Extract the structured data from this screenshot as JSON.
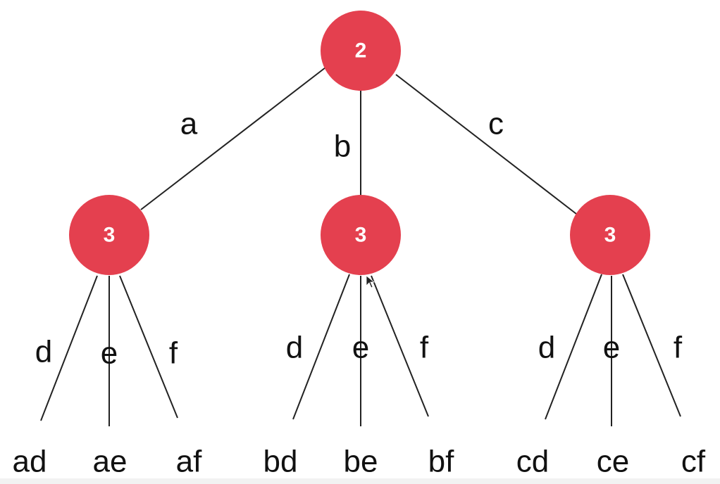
{
  "tree": {
    "root": {
      "label": "2"
    },
    "root_edges": [
      {
        "label": "a"
      },
      {
        "label": "b"
      },
      {
        "label": "c"
      }
    ],
    "children": [
      {
        "label": "3",
        "edges": [
          {
            "label": "d"
          },
          {
            "label": "e"
          },
          {
            "label": "f"
          }
        ],
        "leaves": [
          {
            "label": "ad"
          },
          {
            "label": "ae"
          },
          {
            "label": "af"
          }
        ]
      },
      {
        "label": "3",
        "edges": [
          {
            "label": "d"
          },
          {
            "label": "e"
          },
          {
            "label": "f"
          }
        ],
        "leaves": [
          {
            "label": "bd"
          },
          {
            "label": "be"
          },
          {
            "label": "bf"
          }
        ]
      },
      {
        "label": "3",
        "edges": [
          {
            "label": "d"
          },
          {
            "label": "e"
          },
          {
            "label": "f"
          }
        ],
        "leaves": [
          {
            "label": "cd"
          },
          {
            "label": "ce"
          },
          {
            "label": "cf"
          }
        ]
      }
    ]
  },
  "colors": {
    "node": "#e4404f",
    "node_text": "#ffffff",
    "line": "#222222",
    "text": "#111111",
    "background": "#ffffff"
  }
}
